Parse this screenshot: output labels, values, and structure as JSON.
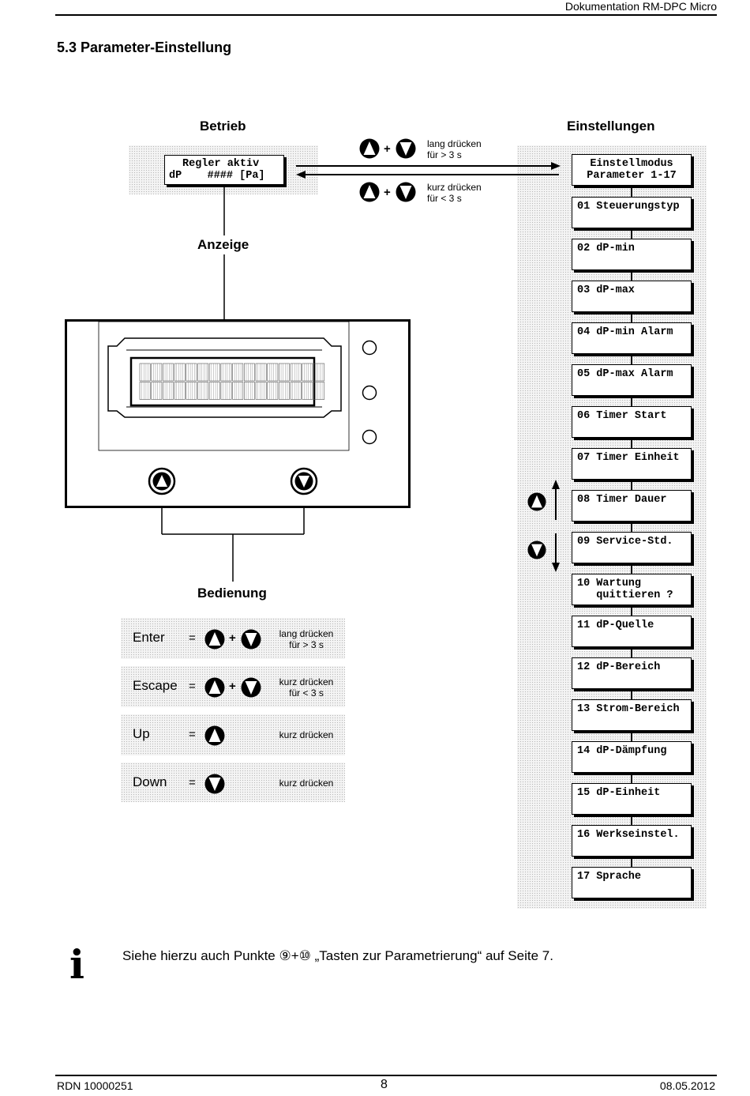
{
  "header": {
    "title": "Dokumentation RM-DPC Micro"
  },
  "section": {
    "title": "5.3 Parameter-Einstellung"
  },
  "diagram": {
    "betrieb_title": "Betrieb",
    "einstellungen_title": "Einstellungen",
    "anzeige_label": "Anzeige",
    "bedienung_label": "Bedienung",
    "display_line1": "Regler aktiv",
    "display_line2": "dP    #### [Pa]",
    "long_press_line1": "lang drücken",
    "long_press_line2": "für > 3 s",
    "short_press_line1": "kurz drücken",
    "short_press_line2": "für < 3 s",
    "settings_header_line1": "Einstellmodus",
    "settings_header_line2": "Parameter 1-17",
    "params": [
      {
        "line1": "01 Steuerungstyp",
        "line2": ""
      },
      {
        "line1": "02 dP-min",
        "line2": ""
      },
      {
        "line1": "03 dP-max",
        "line2": ""
      },
      {
        "line1": "04 dP-min Alarm",
        "line2": ""
      },
      {
        "line1": "05 dP-max Alarm",
        "line2": ""
      },
      {
        "line1": "06 Timer Start",
        "line2": ""
      },
      {
        "line1": "07 Timer Einheit",
        "line2": ""
      },
      {
        "line1": "08 Timer Dauer",
        "line2": ""
      },
      {
        "line1": "09 Service-Std.",
        "line2": ""
      },
      {
        "line1": "10 Wartung",
        "line2": "   quittieren ?"
      },
      {
        "line1": "11 dP-Quelle",
        "line2": ""
      },
      {
        "line1": "12 dP-Bereich",
        "line2": ""
      },
      {
        "line1": "13 Strom-Bereich",
        "line2": ""
      },
      {
        "line1": "14 dP-Dämpfung",
        "line2": ""
      },
      {
        "line1": "15 dP-Einheit",
        "line2": ""
      },
      {
        "line1": "16 Werkseinstel.",
        "line2": ""
      },
      {
        "line1": "17 Sprache",
        "line2": ""
      }
    ]
  },
  "legend": [
    {
      "label": "Enter",
      "eq": "=",
      "plus": "+",
      "desc1": "lang drücken",
      "desc2": "für > 3 s"
    },
    {
      "label": "Escape",
      "eq": "=",
      "plus": "+",
      "desc1": "kurz drücken",
      "desc2": "für < 3 s"
    },
    {
      "label": "Up",
      "eq": "=",
      "plus": "",
      "desc1": "kurz drücken",
      "desc2": ""
    },
    {
      "label": "Down",
      "eq": "=",
      "plus": "",
      "desc1": "kurz drücken",
      "desc2": ""
    }
  ],
  "note": {
    "icon": "info-icon",
    "icon_glyph": "i",
    "text": "Siehe hierzu auch Punkte ⑨+⑩ „Tasten zur Parametrierung“ auf Seite 7."
  },
  "footer": {
    "doc_number": "RDN 10000251",
    "page_number": "8",
    "date": "08.05.2012"
  }
}
